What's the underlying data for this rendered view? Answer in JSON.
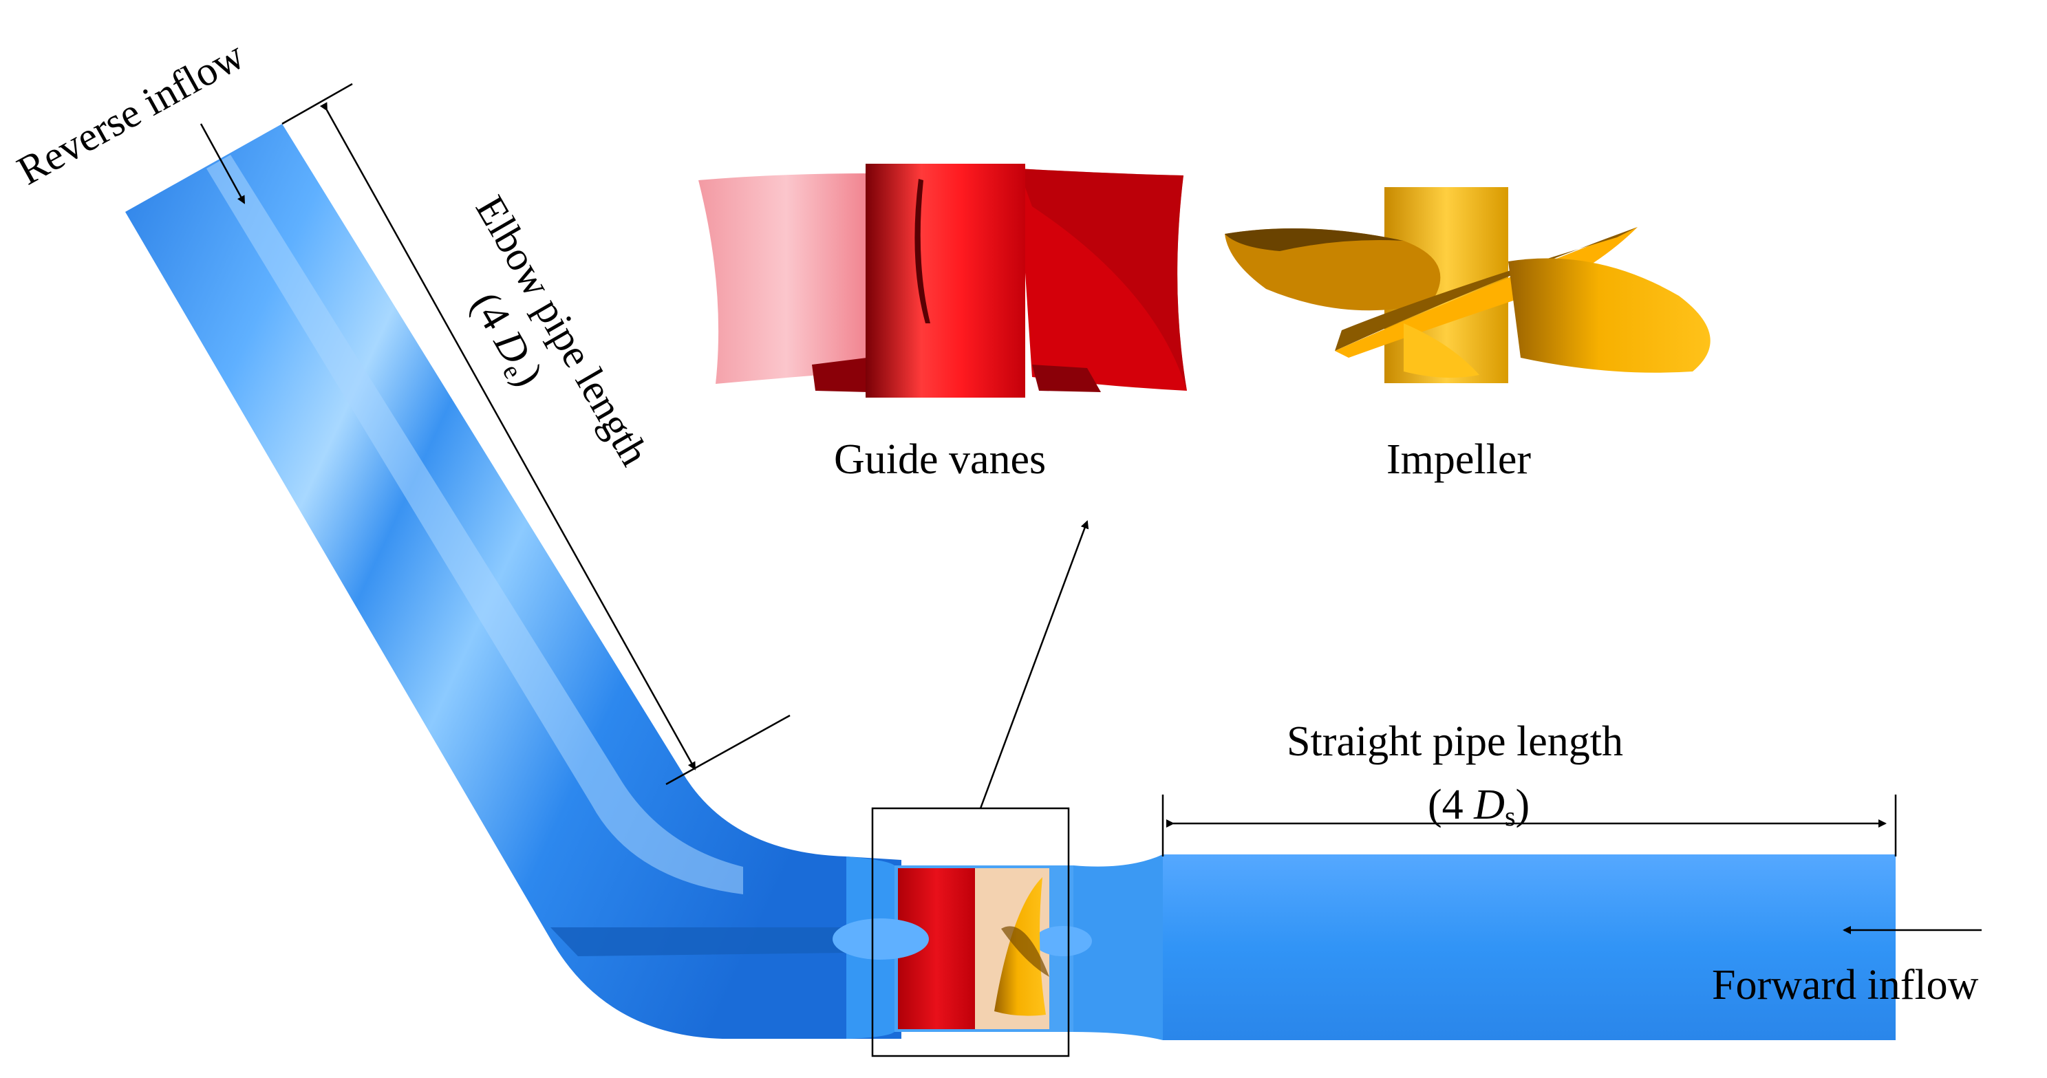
{
  "labels": {
    "reverse_inflow": "Reverse inflow",
    "elbow_length": "Elbow pipe length",
    "elbow_dim_open": "(4 ",
    "elbow_dim_symbol": "D",
    "elbow_dim_sub": "e",
    "elbow_dim_close": ")",
    "guide_vanes": "Guide vanes",
    "impeller": "Impeller",
    "straight_length": "Straight pipe length",
    "straight_dim_open": "(4 ",
    "straight_dim_symbol": "D",
    "straight_dim_sub": "s",
    "straight_dim_close": ")",
    "forward_inflow": "Forward inflow"
  },
  "colors": {
    "pipe": "#2f8ef0",
    "pipe_dark": "#1565c8",
    "pipe_highlight": "#9fd2ff",
    "guide_vanes": "#e8101a",
    "guide_vanes_light": "#f5a0a8",
    "impeller": "#f5a800",
    "impeller_dark": "#8a5a00",
    "transition_section": "#f3d2b0"
  }
}
